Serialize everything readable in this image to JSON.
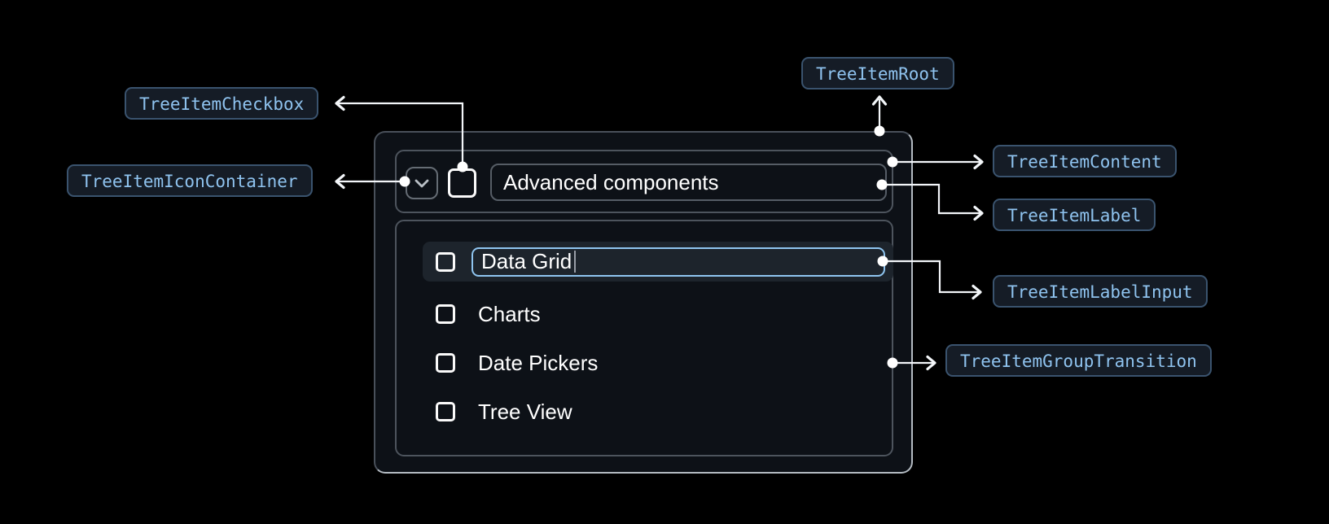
{
  "badges": {
    "checkbox": "TreeItemCheckbox",
    "icon_container": "TreeItemIconContainer",
    "root": "TreeItemRoot",
    "content": "TreeItemContent",
    "label": "TreeItemLabel",
    "label_input": "TreeItemLabelInput",
    "group_transition": "TreeItemGroupTransition"
  },
  "tree": {
    "parent_label": "Advanced components",
    "parent_expanded": true,
    "parent_checked": false,
    "editing_item_value": "Data Grid",
    "items": [
      "Charts",
      "Date Pickers",
      "Tree View"
    ],
    "items_checked": [
      false,
      false,
      false
    ]
  },
  "colors": {
    "page_background": "#000000",
    "component_background": "#0d1117",
    "box_border": "#4d545d",
    "root_border_highlight": "#b4bbc2",
    "badge_background": "#151c26",
    "badge_border": "#3a536e",
    "badge_text": "#8fc3ef",
    "input_border": "#8fc5f0",
    "selected_row_background": "#1d242c",
    "connector": "#f3f6f9",
    "text": "#ffffff"
  }
}
